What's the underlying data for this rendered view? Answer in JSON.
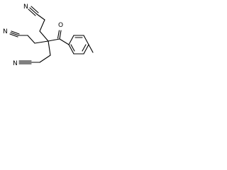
{
  "molecule": {
    "atom_labels": {
      "n_top": "N",
      "n_left": "N",
      "n_bottom": "N",
      "o_carbonyl": "O"
    },
    "colors": {
      "bond": "#000000",
      "label": "#000000",
      "background": "#ffffff"
    }
  }
}
